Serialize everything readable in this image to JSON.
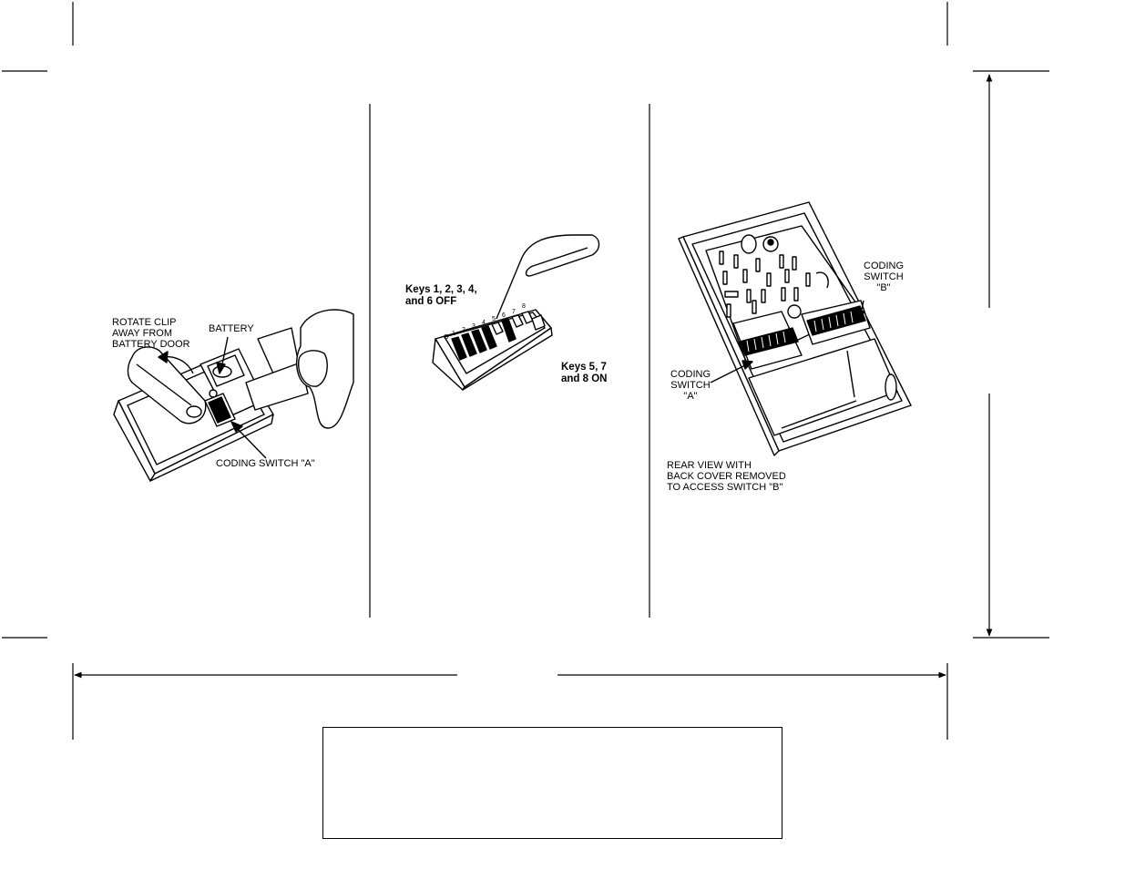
{
  "figures": {
    "left": {
      "rotate_clip": [
        "ROTATE CLIP",
        "AWAY FROM",
        "BATTERY DOOR"
      ],
      "battery": "BATTERY",
      "coding_switch": "CODING SWITCH \"A\""
    },
    "middle": {
      "keys_off": [
        "Keys 1, 2, 3, 4,",
        "and 6 OFF"
      ],
      "keys_on": [
        "Keys 5, 7",
        "and 8 ON"
      ]
    },
    "right": {
      "coding_b": [
        "CODING",
        "SWITCH",
        "\"B\""
      ],
      "coding_a": [
        "CODING",
        "SWITCH",
        "\"A\""
      ],
      "rear_view": [
        "REAR VIEW WITH",
        "BACK COVER REMOVED",
        "TO ACCESS SWITCH \"B\""
      ]
    }
  }
}
